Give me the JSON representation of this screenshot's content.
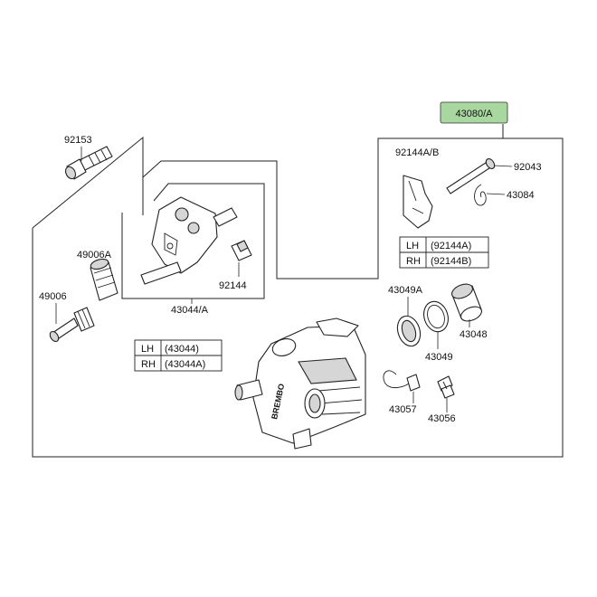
{
  "highlight_color": "#a8d8a0",
  "labels": {
    "p43080": "43080/A",
    "p92153": "92153",
    "p49006A": "49006A",
    "p49006": "49006",
    "p92144": "92144",
    "p43044A": "43044/A",
    "p92144AB": "92144A/B",
    "p92043": "92043",
    "p43084": "43084",
    "p43049A": "43049A",
    "p43049": "43049",
    "p43048": "43048",
    "p43057": "43057",
    "p43056": "43056"
  },
  "tables": {
    "bracket": [
      {
        "side": "LH",
        "part": "(43044)"
      },
      {
        "side": "RH",
        "part": "(43044A)"
      }
    ],
    "pads": [
      {
        "side": "LH",
        "part": "(92144A)"
      },
      {
        "side": "RH",
        "part": "(92144B)"
      }
    ]
  },
  "caliper_text": "BREMBO"
}
